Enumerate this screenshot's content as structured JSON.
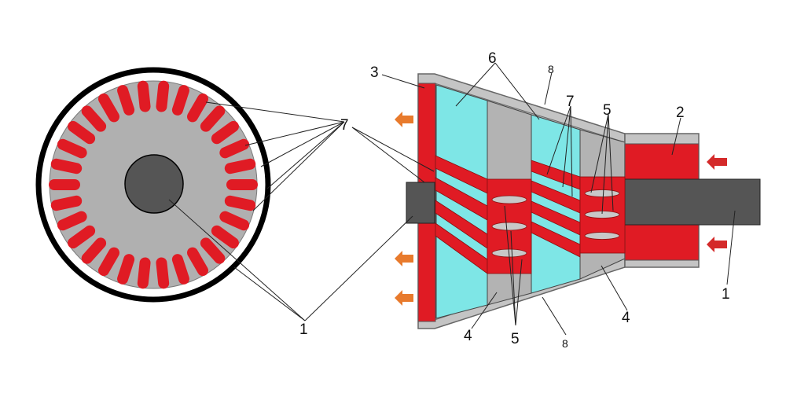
{
  "colors": {
    "outline": "#000000",
    "slot_red": "#e01b24",
    "core_gray": "#b0b0b0",
    "shaft_dark": "#555555",
    "cavity_cyan": "#7ee6e6",
    "housing_gray": "#c4c4c4",
    "arrow_orange": "#e87a2c",
    "arrow_red": "#d42a2a"
  },
  "left_view": {
    "slot_count": 30
  },
  "labels": {
    "l7_left": "7",
    "l1_bottom": "1",
    "l3": "3",
    "l6": "6",
    "l8_top": "8",
    "l7_mid": "7",
    "l5_top": "5",
    "l2": "2",
    "l1_right": "1",
    "l4_left": "4",
    "l5_bottom": "5",
    "l8_bottom": "8",
    "l4_right": "4"
  },
  "icons": {
    "outflow": "arrow-left-icon",
    "inflow": "arrow-left-icon"
  }
}
